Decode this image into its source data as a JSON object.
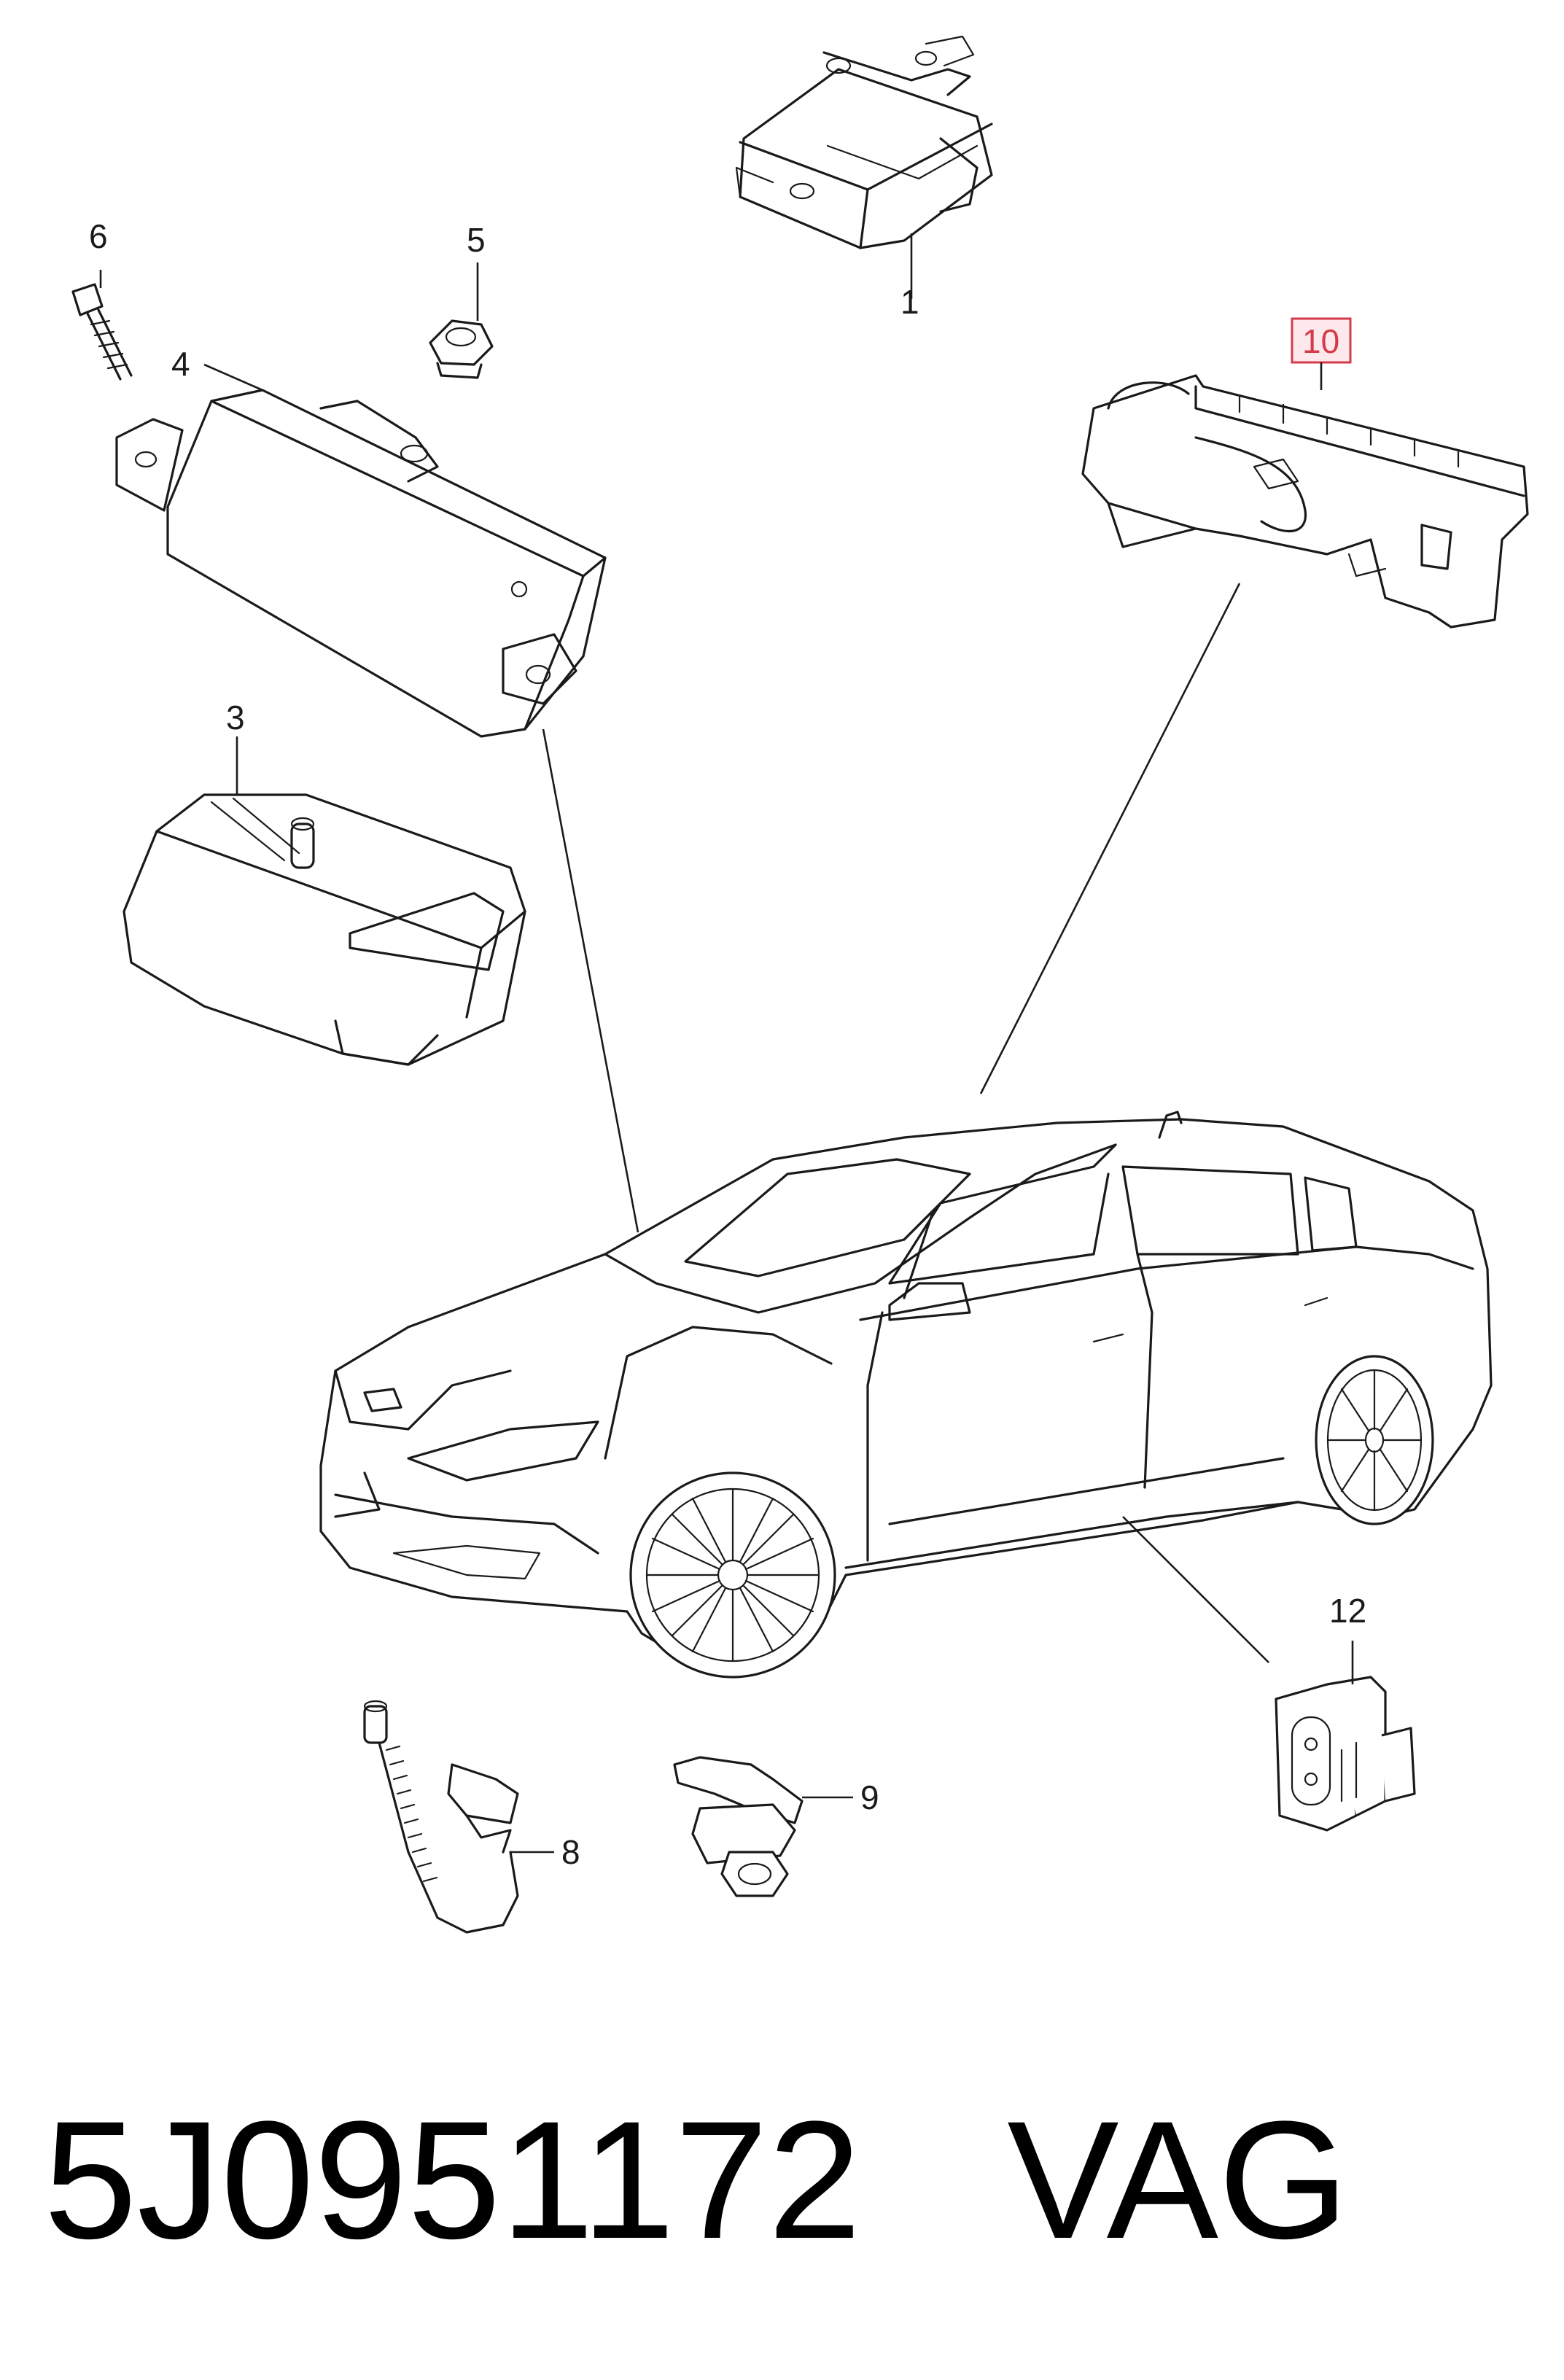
{
  "callouts": {
    "c1": "1",
    "c3": "3",
    "c4": "4",
    "c5": "5",
    "c6": "6",
    "c8": "8",
    "c9": "9",
    "c10": "10",
    "c12": "12"
  },
  "highlight_color": "#d43a4a",
  "footer": {
    "part_number": "5J0951172",
    "brand": "VAG"
  }
}
